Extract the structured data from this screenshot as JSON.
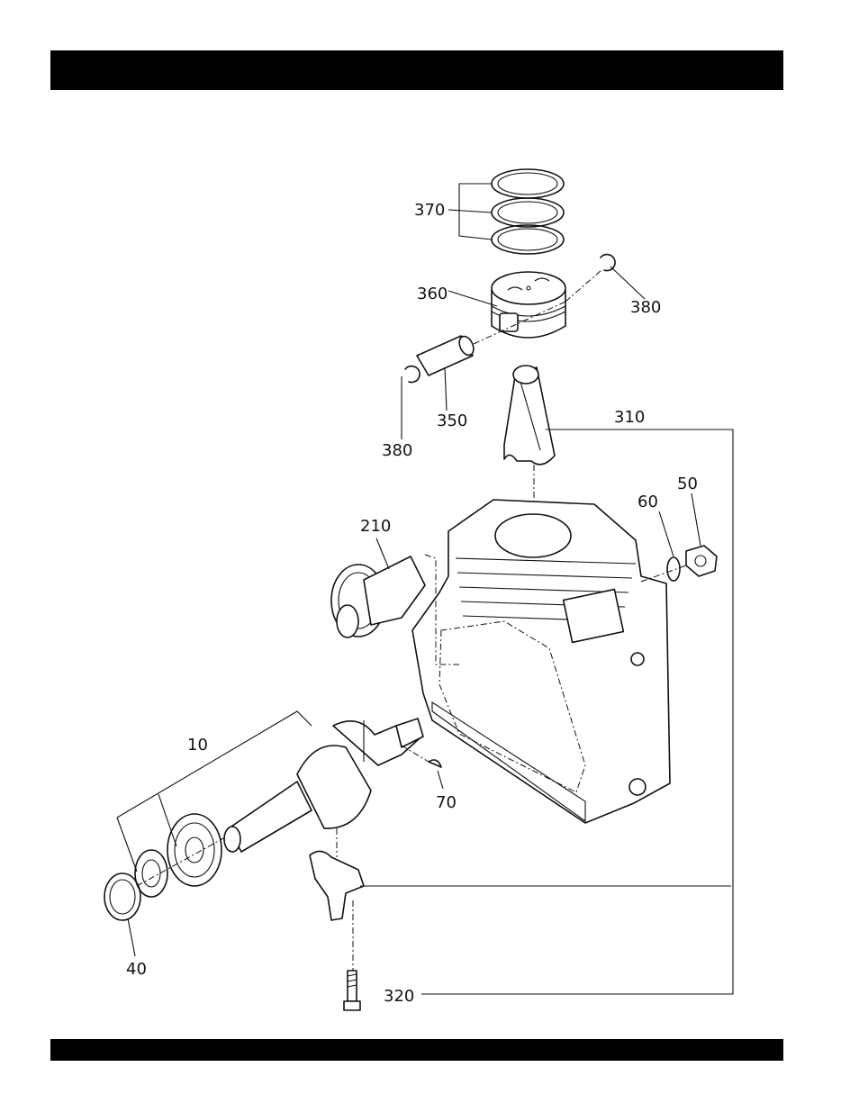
{
  "header": {
    "text": ""
  },
  "footer": {
    "text": ""
  },
  "callouts": {
    "c370": "370",
    "c380a": "380",
    "c360": "360",
    "c350": "350",
    "c380b": "380",
    "c310": "310",
    "c50": "50",
    "c60": "60",
    "c210": "210",
    "c10": "10",
    "c70": "70",
    "c40": "40",
    "c320": "320"
  }
}
